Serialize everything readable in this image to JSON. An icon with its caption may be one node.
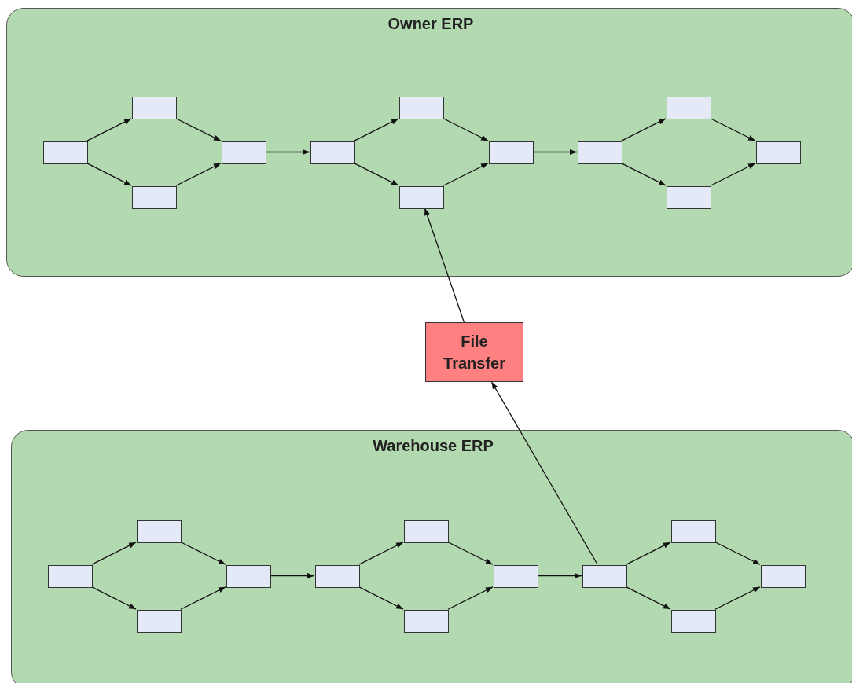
{
  "diagram": {
    "nodes": [
      {
        "text": [
          "Owner ERP"
        ]
      },
      {
        "text": [],
        "shape": "box",
        "in": 0
      },
      {
        "text": [],
        "shape": "box",
        "in": 0
      },
      {
        "text": [],
        "shape": "box",
        "in": 0
      },
      {
        "text": [],
        "shape": "box",
        "in": 0
      },
      {
        "text": [],
        "shape": "box",
        "in": 0
      },
      {
        "text": [],
        "shape": "box",
        "in": 0
      },
      {
        "text": [],
        "shape": "box",
        "in": 0
      },
      {
        "text": [],
        "shape": "box",
        "in": 0
      },
      {
        "text": [],
        "shape": "box",
        "in": 0
      },
      {
        "text": [],
        "shape": "box",
        "in": 0
      },
      {
        "text": [],
        "shape": "box",
        "in": 0
      },
      {
        "text": [],
        "shape": "box",
        "in": 0
      },
      {
        "text": [
          "File Transfer"
        ]
      },
      {
        "text": [
          "Warehouse ERP"
        ]
      },
      {
        "text": [],
        "shape": "box",
        "in": 14
      },
      {
        "text": [],
        "shape": "box",
        "in": 14
      },
      {
        "text": [],
        "shape": "box",
        "in": 14
      },
      {
        "text": [],
        "shape": "box",
        "in": 14
      },
      {
        "text": [],
        "shape": "box",
        "in": 14
      },
      {
        "text": [],
        "shape": "box",
        "in": 14
      },
      {
        "text": [],
        "shape": "box",
        "in": 14
      },
      {
        "text": [],
        "shape": "box",
        "in": 14
      },
      {
        "text": [],
        "shape": "box",
        "in": 14
      },
      {
        "text": [],
        "shape": "box",
        "in": 14
      },
      {
        "text": [],
        "shape": "box",
        "in": 14
      },
      {
        "text": [],
        "shape": "box",
        "in": 14
      }
    ],
    "edges": [
      {
        "from": 1,
        "to": 2,
        "arrow": "to"
      },
      {
        "from": 1,
        "to": 3,
        "arrow": "to"
      },
      {
        "from": 2,
        "to": 4,
        "arrow": "to"
      },
      {
        "from": 3,
        "to": 4,
        "arrow": "to"
      },
      {
        "from": 4,
        "to": 5,
        "arrow": "to"
      },
      {
        "from": 5,
        "to": 6,
        "arrow": "to"
      },
      {
        "from": 5,
        "to": 7,
        "arrow": "to"
      },
      {
        "from": 6,
        "to": 8,
        "arrow": "to"
      },
      {
        "from": 7,
        "to": 8,
        "arrow": "to"
      },
      {
        "from": 8,
        "to": 9,
        "arrow": "to"
      },
      {
        "from": 9,
        "to": 10,
        "arrow": "to"
      },
      {
        "from": 9,
        "to": 11,
        "arrow": "to"
      },
      {
        "from": 10,
        "to": 12,
        "arrow": "to"
      },
      {
        "from": 11,
        "to": 12,
        "arrow": "to"
      },
      {
        "from": 15,
        "to": 16,
        "arrow": "to"
      },
      {
        "from": 15,
        "to": 17,
        "arrow": "to"
      },
      {
        "from": 16,
        "to": 18,
        "arrow": "to"
      },
      {
        "from": 17,
        "to": 18,
        "arrow": "to"
      },
      {
        "from": 18,
        "to": 19,
        "arrow": "to"
      },
      {
        "from": 19,
        "to": 20,
        "arrow": "to"
      },
      {
        "from": 19,
        "to": 21,
        "arrow": "to"
      },
      {
        "from": 20,
        "to": 22,
        "arrow": "to"
      },
      {
        "from": 21,
        "to": 22,
        "arrow": "to"
      },
      {
        "from": 22,
        "to": 23,
        "arrow": "to"
      },
      {
        "from": 23,
        "to": 24,
        "arrow": "to"
      },
      {
        "from": 23,
        "to": 25,
        "arrow": "to"
      },
      {
        "from": 24,
        "to": 26,
        "arrow": "to"
      },
      {
        "from": 25,
        "to": 26,
        "arrow": "to"
      },
      {
        "from": 23,
        "to": 13,
        "arrow": "to"
      },
      {
        "from": 13,
        "to": 7,
        "arrow": "to"
      }
    ]
  }
}
